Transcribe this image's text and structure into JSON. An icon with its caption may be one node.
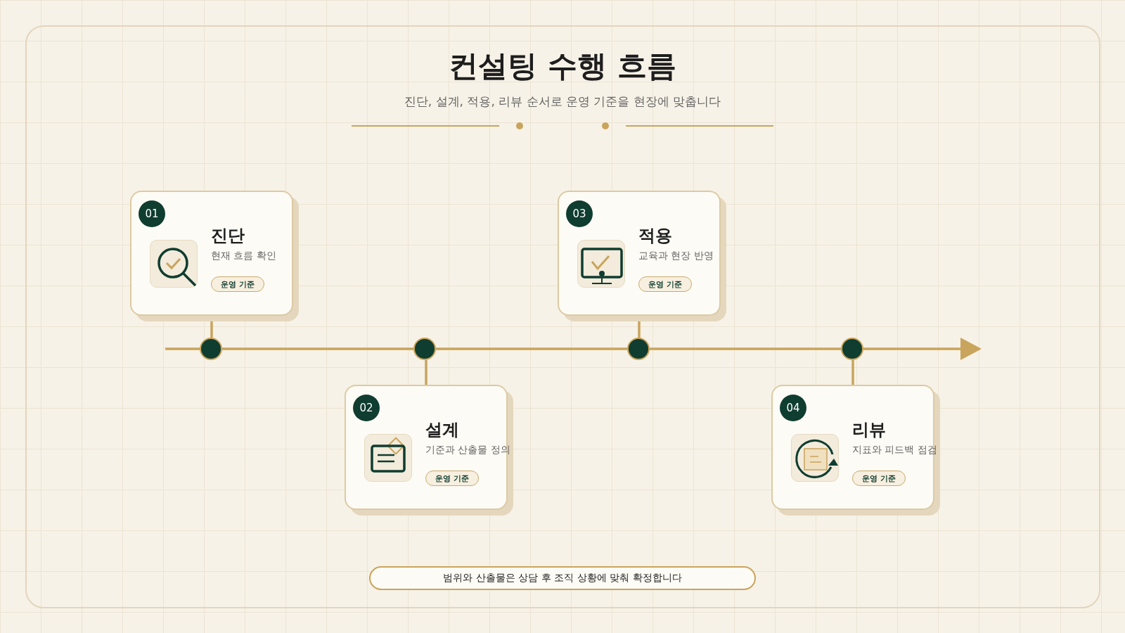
{
  "diagram": {
    "title": "컨설팅 수행 흐름",
    "nodes": [
      {
        "text": [
          "진단",
          "현재 흐름 확인"
        ]
      },
      {
        "text": [
          "01"
        ],
        "in": 0
      },
      {
        "text": [
          "운영 기준"
        ],
        "in": 0
      },
      {
        "text": [
          "설계",
          "기준과 산출물 정의"
        ]
      },
      {
        "text": [
          "02"
        ],
        "in": 3
      },
      {
        "text": [
          "운영 기준"
        ],
        "in": 3
      },
      {
        "text": [
          "적용",
          "교육과 현장 반영"
        ]
      },
      {
        "text": [
          "03"
        ],
        "in": 6
      },
      {
        "text": [
          "운영 기준"
        ],
        "in": 6
      },
      {
        "text": [
          "리뷰",
          "지표와 피드백 점검"
        ]
      },
      {
        "text": [
          "04"
        ],
        "in": 9
      },
      {
        "text": [
          "운영 기준"
        ],
        "in": 9
      },
      {
        "text": [],
        "shape": "circle"
      },
      {
        "text": [],
        "shape": "circle"
      },
      {
        "text": [],
        "shape": "circle"
      },
      {
        "text": [],
        "shape": "circle"
      },
      {
        "text": [
          "범위와 산출물은 상담 후 조직 상황에 맞춰 확정합니다"
        ]
      }
    ],
    "edges": [
      {
        "from": 0,
        "to": 12,
        "arrow": "none"
      },
      {
        "from": 3,
        "to": 13,
        "arrow": "none"
      },
      {
        "from": 6,
        "to": 14,
        "arrow": "none"
      },
      {
        "from": 9,
        "to": 15,
        "arrow": "none"
      },
      {
        "from": null,
        "to": 12,
        "arrow": "none"
      },
      {
        "from": 12,
        "to": 13,
        "arrow": "none"
      },
      {
        "from": 13,
        "to": 14,
        "arrow": "none"
      },
      {
        "from": 14,
        "to": 15,
        "arrow": "none"
      },
      {
        "from": 15,
        "to": null,
        "arrow": "to"
      }
    ],
    "labels": [
      "진단, 설계, 적용, 리뷰 순서로 운영 기준을 현장에 맞춥니다"
    ]
  }
}
